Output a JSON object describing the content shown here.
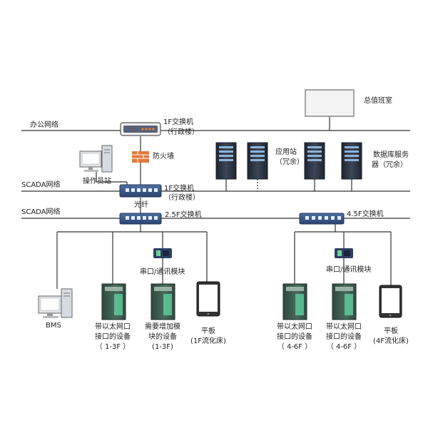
{
  "networks": {
    "office": "办公网络",
    "scada_upper": "SCADA网络",
    "scada_lower": "SCADA网络"
  },
  "nodes": {
    "duty_room": "总值班室",
    "switch_1f_upper": "1F交换机",
    "switch_1f_upper_sub": "（行政楼）",
    "firewall": "防火墙",
    "operator_station": "操作员站",
    "app_station": "应用站",
    "app_station_sub": "（冗余）",
    "db_server": "数据库服务",
    "db_server_sub": "器（冗余）",
    "switch_1f_lower": "1F交换机",
    "switch_1f_lower_sub": "（行政楼）",
    "fiber": "光纤",
    "switch_25f": "2.5F交换机",
    "switch_45f": "4.5F交换机",
    "serial_module_left": "串口/通讯模块",
    "serial_module_right": "串口/通讯模块",
    "bms": "BMS",
    "eth_device_left": [
      "带以太网口",
      "接口的设备",
      "（ 1-3F ）"
    ],
    "module_device_left": [
      "需要增加模",
      "块的设备",
      "(1-3F)"
    ],
    "tablet_left": [
      "平板",
      "(1F流化床)"
    ],
    "eth_device_right": [
      "带以太网口",
      "接口的设备",
      "（ 4-6F ）"
    ],
    "module_device_right": [
      "接口的设备",
      "（ 4-6F ）"
    ],
    "module_device_right_top": "带以太网口",
    "tablet_right": [
      "平板",
      "(4F流化床)"
    ]
  },
  "colors": {
    "line": "#333333",
    "switch_blue": "#3c5a8a",
    "server_dark": "#2c3442",
    "plc_green": "#3e5a4e",
    "firewall": "#e07a3a"
  }
}
